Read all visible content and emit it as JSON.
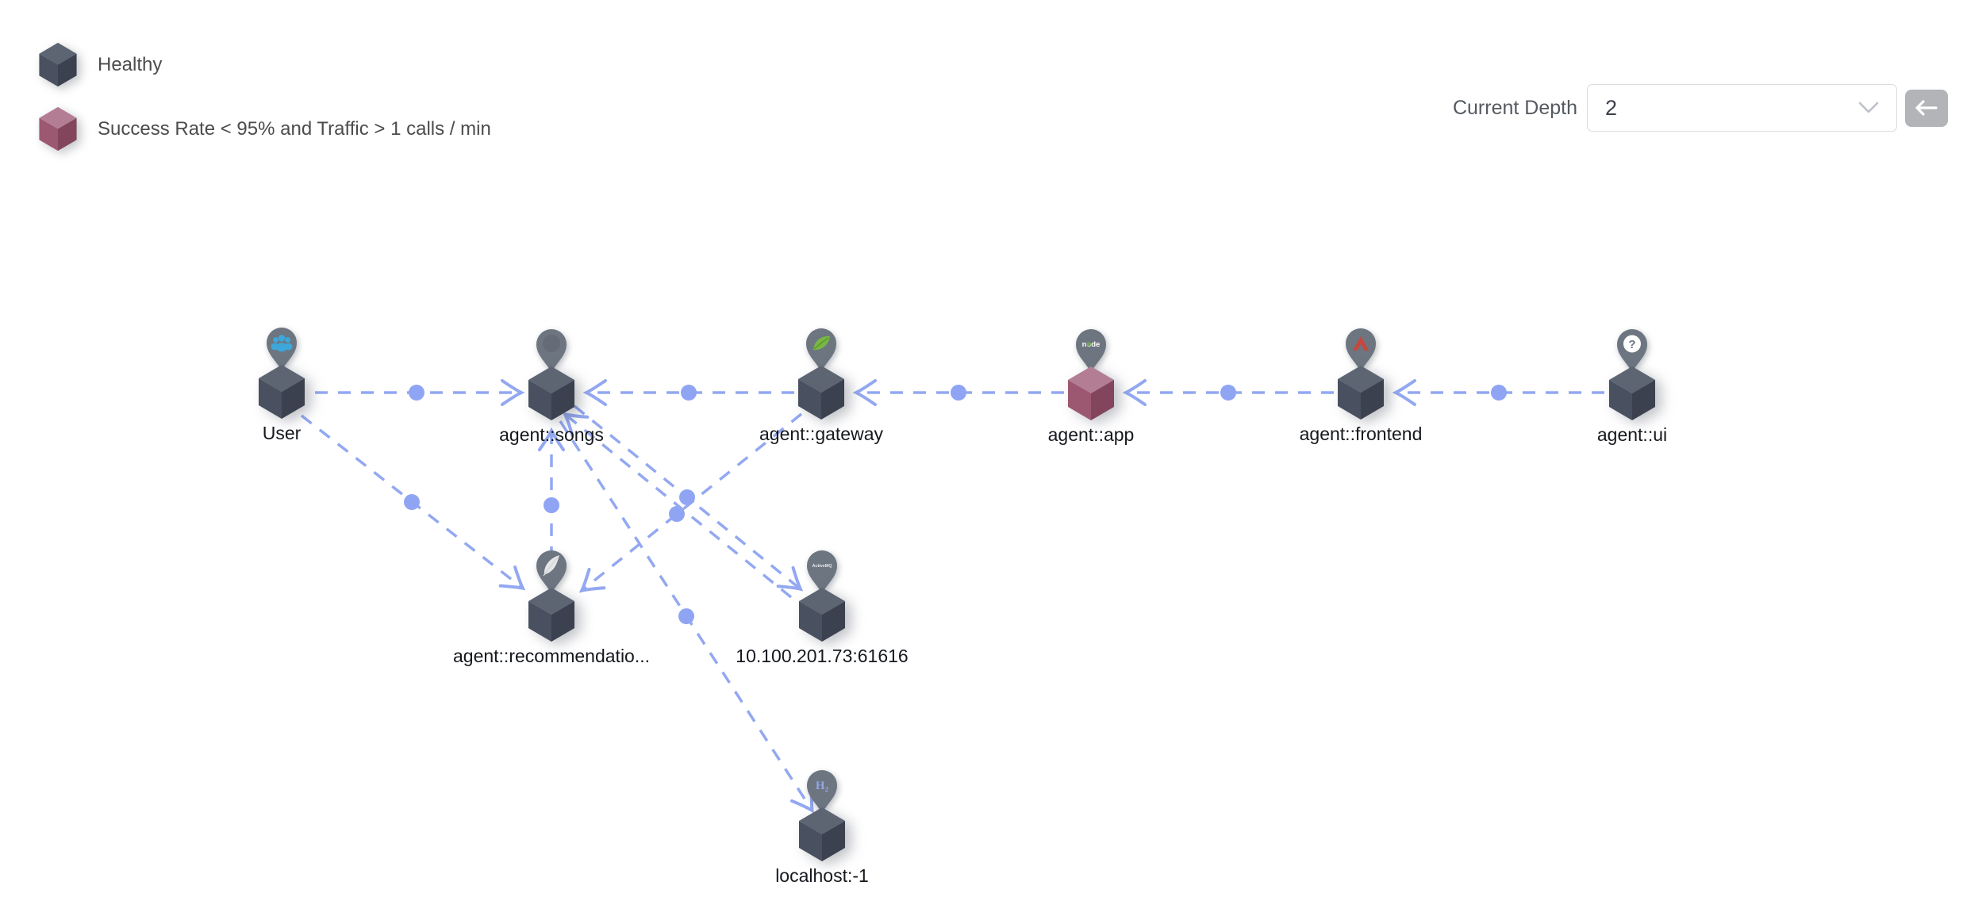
{
  "legend": {
    "items": [
      {
        "label": "Healthy",
        "status": "healthy"
      },
      {
        "label": "Success Rate < 95% and Traffic > 1 calls / min",
        "status": "unhealthy"
      }
    ]
  },
  "controls": {
    "depth_label": "Current Depth",
    "depth_value": "2",
    "select_icon": "chevron-down-icon",
    "back_icon": "arrow-left-icon"
  },
  "colors": {
    "healthy_cube_top": "#5d6573",
    "healthy_cube_left": "#49505f",
    "healthy_cube_right": "#3b414e",
    "unhealthy_cube_top": "#b37e93",
    "unhealthy_cube_left": "#9c5871",
    "unhealthy_cube_right": "#82455c",
    "edge": "#93a8f1",
    "traffic_dot": "#8fa5f4",
    "pin": "#6d7580"
  },
  "graph": {
    "nodes": [
      {
        "label": "User",
        "status": "healthy",
        "icon": "users-icon"
      },
      {
        "label": "agent::songs",
        "status": "healthy",
        "icon": "plain-pin"
      },
      {
        "label": "agent::gateway",
        "status": "healthy",
        "icon": "spring-leaf-icon"
      },
      {
        "label": "agent::app",
        "status": "unhealthy",
        "icon": "nodejs-logo",
        "pin_text": "node"
      },
      {
        "label": "agent::frontend",
        "status": "healthy",
        "icon": "red-chevron-icon"
      },
      {
        "label": "agent::ui",
        "status": "healthy",
        "icon": "question-mark-icon",
        "pin_text": "?"
      },
      {
        "label": "agent::recommendatio...",
        "status": "healthy",
        "icon": "feather-icon"
      },
      {
        "label": "10.100.201.73:61616",
        "status": "healthy",
        "icon": "activemq-logo",
        "pin_text": "ActiveMQ"
      },
      {
        "label": "localhost:-1",
        "status": "healthy",
        "icon": "h2-logo",
        "pin_text": "H₂"
      }
    ],
    "edges": [
      {
        "from": "User",
        "to": "agent::songs"
      },
      {
        "from": "agent::gateway",
        "to": "agent::songs"
      },
      {
        "from": "agent::app",
        "to": "agent::gateway"
      },
      {
        "from": "agent::frontend",
        "to": "agent::app"
      },
      {
        "from": "agent::ui",
        "to": "agent::frontend"
      },
      {
        "from": "User",
        "to": "agent::recommendatio..."
      },
      {
        "from": "agent::recommendatio...",
        "to": "agent::songs"
      },
      {
        "from": "agent::gateway",
        "to": "agent::recommendatio..."
      },
      {
        "from": "agent::songs",
        "to": "10.100.201.73:61616"
      },
      {
        "from": "10.100.201.73:61616",
        "to": "agent::songs"
      },
      {
        "from": "agent::songs",
        "to": "localhost:-1"
      }
    ]
  }
}
